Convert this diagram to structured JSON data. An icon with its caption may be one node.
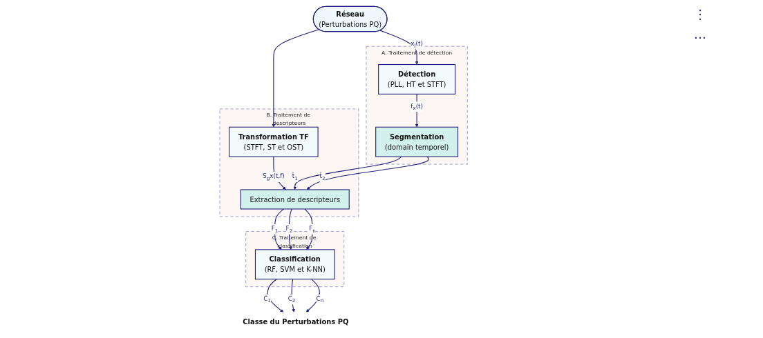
{
  "diagram": {
    "nodes": [
      {
        "text": [
          "Réseau",
          "(Perturbations PQ)"
        ]
      },
      {
        "text": [
          "A. Traitement de détection"
        ]
      },
      {
        "text": [
          "Détection",
          "(PLL, HT et STFT)"
        ],
        "in": 1
      },
      {
        "text": [
          "Segmentation",
          "(domain temporel)"
        ],
        "in": 1
      },
      {
        "text": [
          "B. Traitement de descripteurs"
        ]
      },
      {
        "text": [
          "Transformation TF",
          "(STFT, ST et OST)"
        ],
        "in": 4
      },
      {
        "text": [
          "Extraction de descripteurs"
        ],
        "in": 4
      },
      {
        "text": [
          "C. Traitement de classification"
        ]
      },
      {
        "text": [
          "Classification",
          "(RF, SVM et K-NN)"
        ],
        "in": 7
      },
      {
        "text": [
          "Classe du Perturbations PQ"
        ]
      }
    ],
    "edges": [
      {
        "from": 0,
        "to": 2,
        "arrow": "to",
        "label": "x$_{j}$(t)"
      },
      {
        "from": 0,
        "to": 5,
        "arrow": "to"
      },
      {
        "from": 2,
        "to": 3,
        "arrow": "to",
        "label": "f$_{x}$(t)"
      },
      {
        "from": 5,
        "to": 6,
        "arrow": "to",
        "label": "S$_{g}$x(t,f)"
      },
      {
        "from": 3,
        "to": 6,
        "arrow": "to",
        "label": "t̂$_{1}$"
      },
      {
        "from": 3,
        "to": 6,
        "arrow": "to",
        "label": "t̂$_{2}$"
      },
      {
        "from": 6,
        "to": 8,
        "arrow": "to",
        "label": "F$_{1}$"
      },
      {
        "from": 6,
        "to": 8,
        "arrow": "to",
        "label": "F$_{2}$"
      },
      {
        "from": 6,
        "to": 8,
        "arrow": "to",
        "label": "F$_{n}$"
      },
      {
        "from": 8,
        "to": 9,
        "arrow": "to",
        "label": "Ĉ$_{1}$"
      },
      {
        "from": 8,
        "to": 9,
        "arrow": "to",
        "label": "Ĉ$_{2}$"
      },
      {
        "from": 8,
        "to": 9,
        "arrow": "to",
        "label": "Ĉ$_{n}$"
      }
    ],
    "labels": [
      "⋮",
      "…"
    ]
  }
}
